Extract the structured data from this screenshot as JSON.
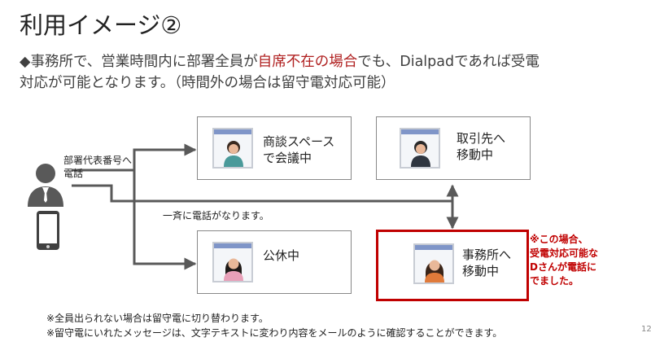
{
  "title": "利用イメージ②",
  "lead": {
    "line1_a": "◆事務所で、営業時間内に部署全員が",
    "line1_highlight": "自席不在の場合",
    "line1_b": "でも、Dialpadであれば受電",
    "line2": "対応が可能となります。（時間外の場合は留守電対応可能）"
  },
  "caller": {
    "label_line1": "部署代表番号へ",
    "label_line2": "電話"
  },
  "broadcast_label": "一斉に電話がなります。",
  "cards": [
    {
      "line1": "商談スペース",
      "line2": "で会議中"
    },
    {
      "line1": "取引先へ",
      "line2": "移動中"
    },
    {
      "line1": "公休中",
      "line2": ""
    },
    {
      "line1": "事務所へ",
      "line2": "移動中"
    }
  ],
  "note": {
    "line1": "※この場合、",
    "line2": "受電対応可能な",
    "line3": "Dさんが電話に",
    "line4": "でました。"
  },
  "footnotes": [
    "※全員出られない場合は留守電に切り替わります。",
    "※留守電にいれたメッセージは、文字テキストに変わり内容をメールのように確認することができます。"
  ],
  "page_number": "12",
  "colors": {
    "accent_red": "#c00000",
    "lead_highlight": "#b02020",
    "arrow": "#595959"
  }
}
